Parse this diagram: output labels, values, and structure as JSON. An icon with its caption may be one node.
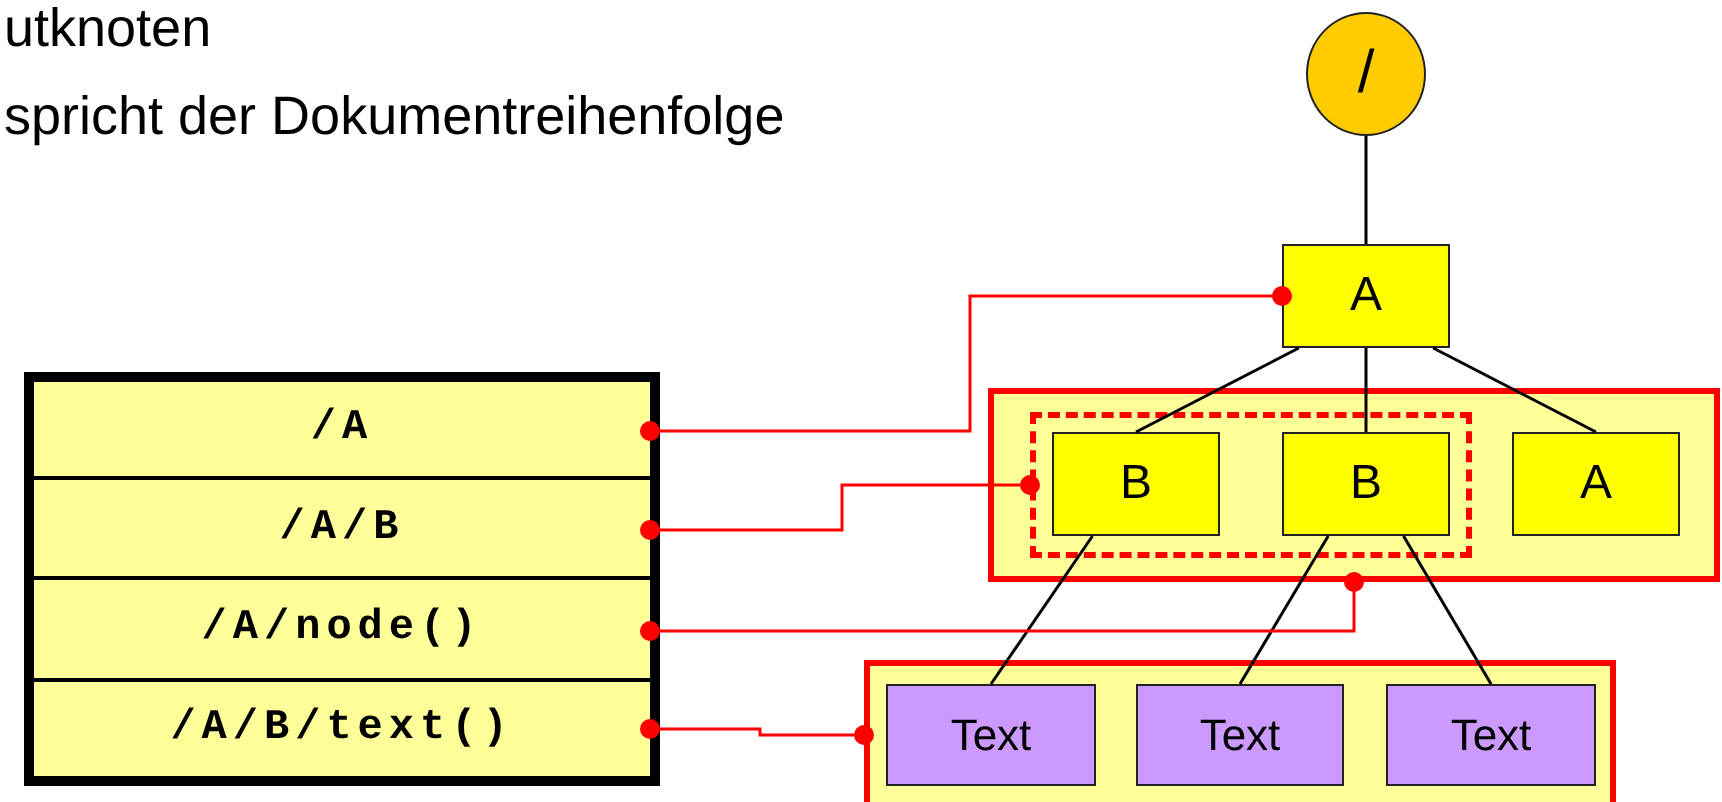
{
  "diagram": {
    "nodes": [
      {
        "text": [
          "/"
        ]
      },
      {
        "text": [
          "A"
        ]
      },
      {
        "text": [],
        "shape": "box"
      },
      {
        "text": [
          "/A"
        ],
        "in": 2
      },
      {
        "text": [
          "/A/B"
        ],
        "in": 2
      },
      {
        "text": [
          "/A/node()"
        ],
        "in": 2
      },
      {
        "text": [
          "/A/B/text()"
        ],
        "in": 2
      },
      {
        "text": [],
        "shape": "box"
      },
      {
        "text": [],
        "shape": "box",
        "in": 7
      },
      {
        "text": [
          "B"
        ],
        "in": 8
      },
      {
        "text": [
          "B"
        ],
        "in": 8
      },
      {
        "text": [
          "A"
        ],
        "in": 7
      },
      {
        "text": [],
        "shape": "box"
      },
      {
        "text": [
          "Text"
        ],
        "in": 12
      },
      {
        "text": [
          "Text"
        ],
        "in": 12
      },
      {
        "text": [
          "Text"
        ],
        "in": 12
      }
    ],
    "edges": [
      {
        "from": 0,
        "to": 1,
        "arrow": "none"
      },
      {
        "from": 1,
        "to": 9,
        "arrow": "none"
      },
      {
        "from": 1,
        "to": 10,
        "arrow": "none"
      },
      {
        "from": 1,
        "to": 11,
        "arrow": "none"
      },
      {
        "from": 9,
        "to": 13,
        "arrow": "none"
      },
      {
        "from": 10,
        "to": 14,
        "arrow": "none"
      },
      {
        "from": 10,
        "to": 15,
        "arrow": "none"
      },
      {
        "from": 3,
        "to": 1,
        "arrow": "other",
        "color": "#ff0000"
      },
      {
        "from": 4,
        "to": 8,
        "arrow": "other",
        "color": "#ff0000"
      },
      {
        "from": 5,
        "to": 7,
        "arrow": "other",
        "color": "#ff0000"
      },
      {
        "from": 6,
        "to": 12,
        "arrow": "other",
        "color": "#ff0000"
      }
    ],
    "labels": [
      "utknoten",
      "spricht der Dokumentreihenfolge"
    ]
  }
}
